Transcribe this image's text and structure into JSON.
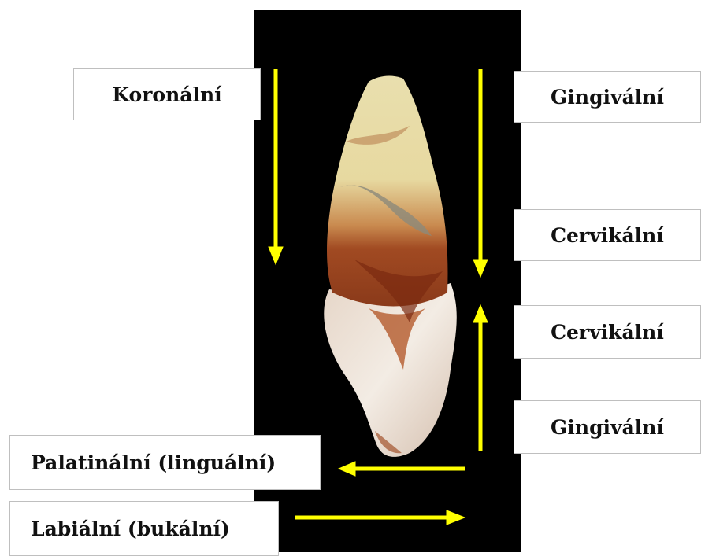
{
  "labels": {
    "koronalni": "Koronální",
    "gingivalni_top": "Gingivální",
    "cervikalni_top": "Cervikální",
    "cervikalni_bottom": "Cervikální",
    "gingivalni_bottom": "Gingivální",
    "palatinalni": "Palatinální (linguální)",
    "labialni": "Labiální (bukální)"
  },
  "colors": {
    "arrow": "#ffff00",
    "photo_background": "#000000"
  }
}
